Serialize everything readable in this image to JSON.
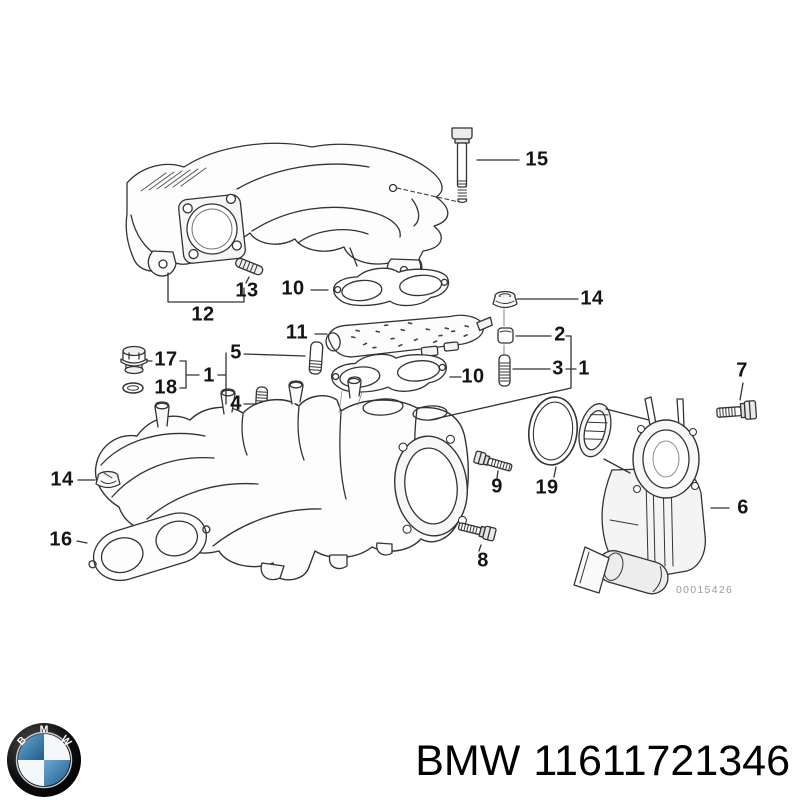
{
  "diagram": {
    "watermark": "00015426",
    "callouts": {
      "part15": "15",
      "part13": "13",
      "part12": "12",
      "part10_upper": "10",
      "part11": "11",
      "part14_right": "14",
      "part2": "2",
      "part3": "3",
      "part1_right": "1",
      "part17": "17",
      "part18": "18",
      "part1_left": "1",
      "part5": "5",
      "part4": "4",
      "part10_lower": "10",
      "part7": "7",
      "part14_left": "14",
      "part9": "9",
      "part19": "19",
      "part6": "6",
      "part16": "16",
      "part8": "8"
    }
  },
  "footer": {
    "brand": "BMW",
    "part_number": "11611721346",
    "logo": {
      "b": "B",
      "m": "M",
      "w": "W"
    }
  },
  "colors": {
    "line": "#333333",
    "logo_blue_light": "#6ba7d1",
    "logo_blue_dark": "#1e5d8f",
    "watermark_gray": "#9b9b9b"
  }
}
